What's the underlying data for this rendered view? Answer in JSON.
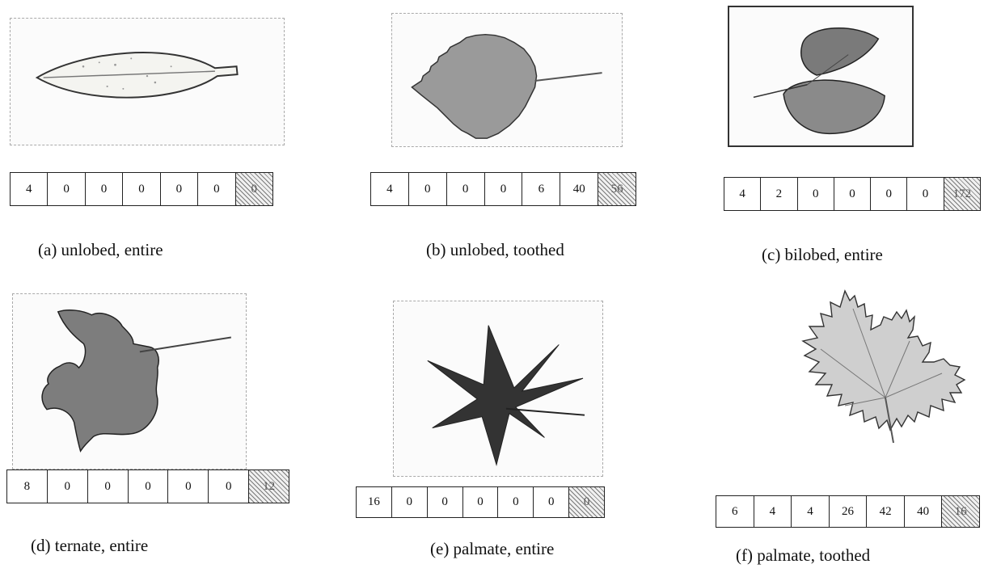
{
  "panels": [
    {
      "caption": "(a) unlobed, entire",
      "features": [
        "4",
        "0",
        "0",
        "0",
        "0",
        "0",
        "0"
      ],
      "leaf_icon": "unlobed-entire-leaf-icon"
    },
    {
      "caption": "(b) unlobed, toothed",
      "features": [
        "4",
        "0",
        "0",
        "0",
        "6",
        "40",
        "56"
      ],
      "leaf_icon": "unlobed-toothed-leaf-icon"
    },
    {
      "caption": "(c) bilobed, entire",
      "features": [
        "4",
        "2",
        "0",
        "0",
        "0",
        "0",
        "172"
      ],
      "leaf_icon": "bilobed-entire-leaf-icon"
    },
    {
      "caption": "(d) ternate, entire",
      "features": [
        "8",
        "0",
        "0",
        "0",
        "0",
        "0",
        "12"
      ],
      "leaf_icon": "ternate-entire-leaf-icon"
    },
    {
      "caption": "(e) palmate, entire",
      "features": [
        "16",
        "0",
        "0",
        "0",
        "0",
        "0",
        "0"
      ],
      "leaf_icon": "palmate-entire-leaf-icon"
    },
    {
      "caption": "(f) palmate, toothed",
      "features": [
        "6",
        "4",
        "4",
        "26",
        "42",
        "40",
        "16"
      ],
      "leaf_icon": "palmate-toothed-leaf-icon"
    }
  ]
}
